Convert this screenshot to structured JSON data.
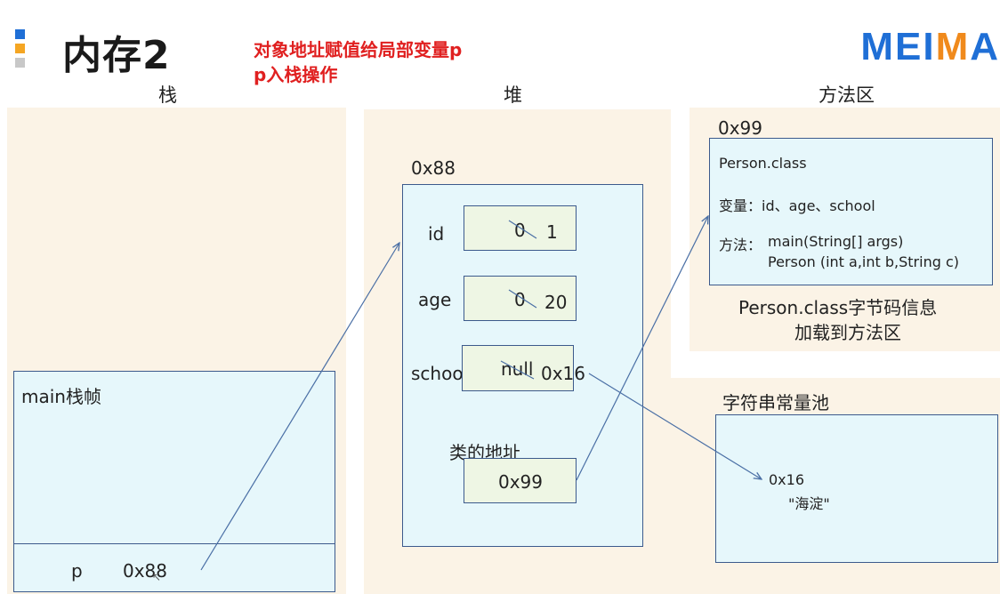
{
  "header": {
    "title": "内存2",
    "note_line1": "对象地址赋值给局部变量p",
    "note_line2": "p入栈操作",
    "logo_part1": "MEI",
    "logo_part2": "M",
    "logo_part3": "A"
  },
  "columns": {
    "stack": "栈",
    "heap": "堆",
    "method_area": "方法区"
  },
  "stack": {
    "frame_label": "main栈帧",
    "var_name": "p",
    "var_value": "0x88"
  },
  "heap": {
    "object_address": "0x88",
    "fields": [
      {
        "name": "id",
        "old": "0",
        "new": "1"
      },
      {
        "name": "age",
        "old": "0",
        "new": "20"
      },
      {
        "name": "school",
        "old": "null",
        "new": "0x16"
      }
    ],
    "class_ref_label": "类的地址",
    "class_ref_value": "0x99"
  },
  "method_area": {
    "address": "0x99",
    "class_name": "Person.class",
    "vars_line": "变量：id、age、school",
    "methods_label": "方法：",
    "method1": "main(String[] args)",
    "method2": "Person (int a,int b,String c)",
    "caption_line1": "Person.class字节码信息",
    "caption_line2": "加载到方法区"
  },
  "string_pool": {
    "title": "字符串常量池",
    "address": "0x16",
    "value": "\"海淀\""
  },
  "colors": {
    "accent_blue": "#1f6fd6",
    "accent_orange": "#f08a1c",
    "note_red": "#e02020",
    "arrow": "#4a6fa5"
  }
}
